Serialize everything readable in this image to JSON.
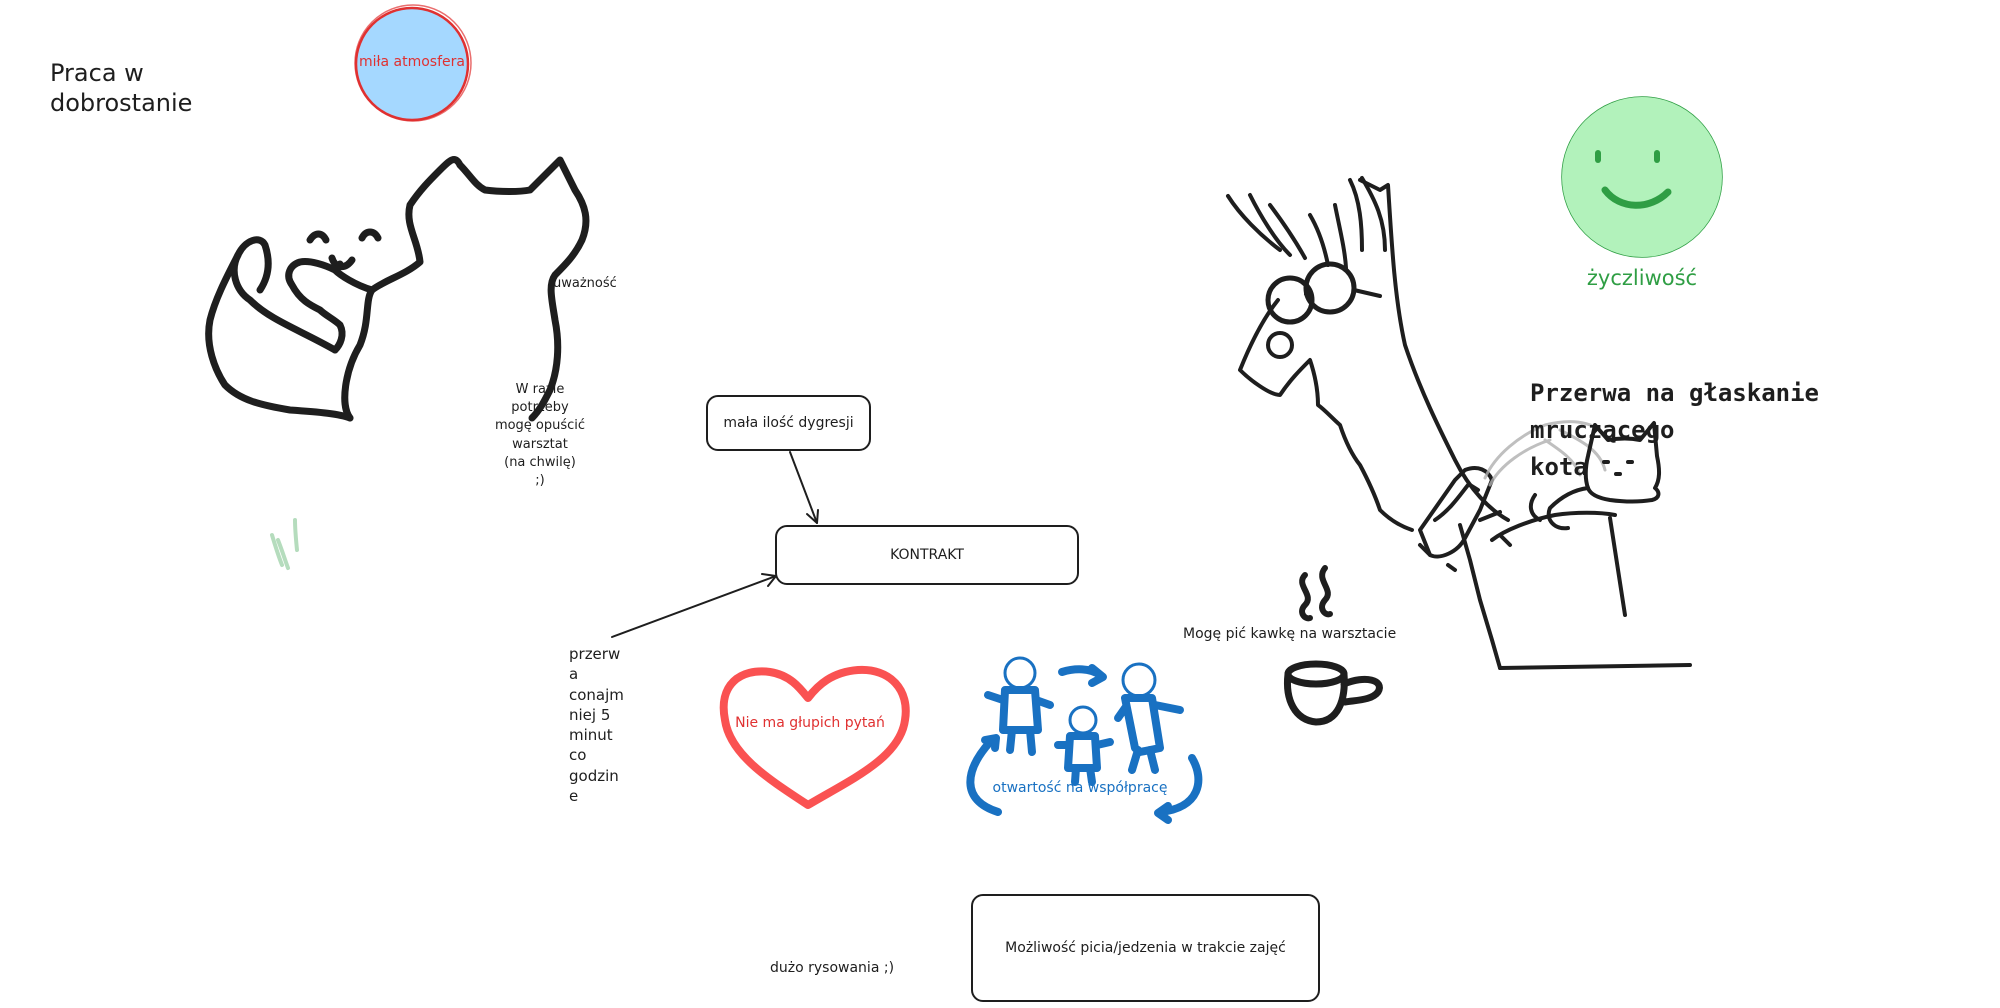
{
  "title": "Praca w\ndobrostanie",
  "atmosphere_label": "miła atmosfera",
  "attention_label": "uważność",
  "leave_note": "W razie\npotrzeby\nmogę opuścić\nwarsztat\n(na chwilę)\n;)",
  "digressions_box": "mała ilość dygresji",
  "contract_box": "KONTRAKT",
  "breaks_note": "przerw\na\nconajm\nniej 5\nminut\nco\ngodzin\ne",
  "no_stupid_questions": "Nie ma głupich pytań",
  "openness_label": "otwartość na współpracę",
  "coffee_note": "Mogę pić kawkę na warsztacie",
  "kindness_label": "życzliwość",
  "cat_break_note": "Przerwa na głaskanie\nmruczącego\nkota",
  "drawing_note": "dużo rysowania ;)",
  "eating_box": "Możliwość picia/jedzenia w trakcie zajęć",
  "colors": {
    "ink": "#1e1e1e",
    "red": "#e03131",
    "light_blue_fill": "#a5d8ff",
    "heart_red": "#fa5252",
    "blue": "#1971c2",
    "green_fill": "#b2f2bb",
    "green": "#2f9e44"
  }
}
